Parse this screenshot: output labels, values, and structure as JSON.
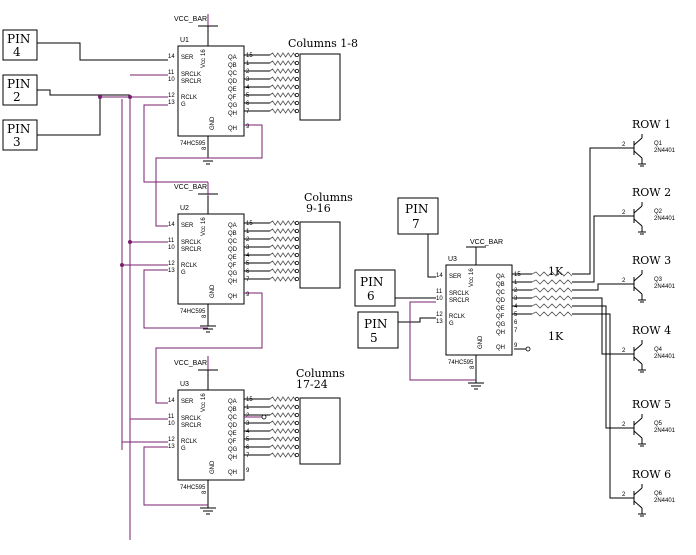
{
  "net": {
    "vcc": "VCC_BAR"
  },
  "chip": {
    "part": "74HC595",
    "pin_left": [
      "SER",
      "SRCLK",
      "SRCLR",
      "RCLK",
      "G"
    ],
    "pin_left_num": [
      "14",
      "11",
      "10",
      "12",
      "13"
    ],
    "pin_right": [
      "QA",
      "QB",
      "QC",
      "QD",
      "QE",
      "QF",
      "QG",
      "QH"
    ],
    "pin_right_num": [
      "15",
      "1",
      "2",
      "3",
      "4",
      "5",
      "6",
      "7"
    ],
    "vcc_label": "Vcc",
    "vcc_num": "16",
    "gnd_label": "GND",
    "gnd_num": "8",
    "qh_label": "QH",
    "qh_num": "9"
  },
  "chips": [
    {
      "ref": "U1",
      "cols": "Columns 1-8"
    },
    {
      "ref": "U2",
      "cols": "Columns",
      "cols2": "9-16"
    },
    {
      "ref": "U3",
      "cols": "Columns",
      "cols2": "17-24"
    },
    {
      "ref": "U3"
    }
  ],
  "pins": [
    {
      "label": "PIN",
      "num": "4"
    },
    {
      "label": "PIN",
      "num": "2"
    },
    {
      "label": "PIN",
      "num": "3"
    },
    {
      "label": "PIN",
      "num": "7"
    },
    {
      "label": "PIN",
      "num": "6"
    },
    {
      "label": "PIN",
      "num": "5"
    }
  ],
  "resistors": {
    "top": "1K",
    "bottom": "1K"
  },
  "transistor": {
    "base_pin": "2",
    "part": "2N4401"
  },
  "rows": [
    {
      "label": "ROW 1",
      "ref": "Q1"
    },
    {
      "label": "ROW 2",
      "ref": "Q2"
    },
    {
      "label": "ROW 3",
      "ref": "Q3"
    },
    {
      "label": "ROW 4",
      "ref": "Q4"
    },
    {
      "label": "ROW 5",
      "ref": "Q5"
    },
    {
      "label": "ROW 6",
      "ref": "Q6"
    }
  ]
}
